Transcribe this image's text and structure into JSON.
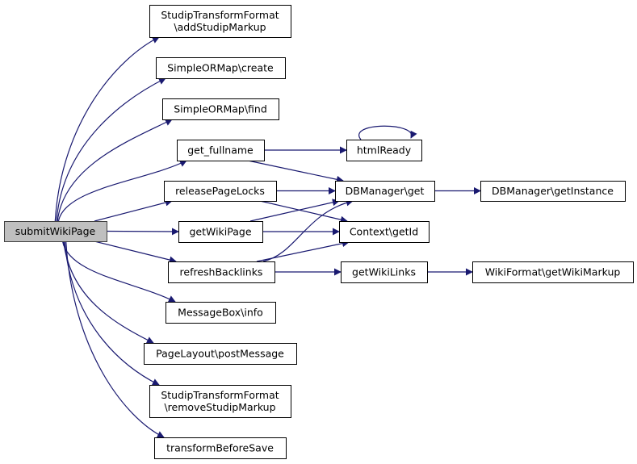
{
  "edge_color": "#191970",
  "root_fill": "#bfbfbf",
  "nodes": {
    "submitWikiPage": {
      "lines": [
        "submitWikiPage"
      ]
    },
    "addStudipMarkup": {
      "lines": [
        "StudipTransformFormat",
        "\\addStudipMarkup"
      ]
    },
    "create": {
      "lines": [
        "SimpleORMap\\create"
      ]
    },
    "find": {
      "lines": [
        "SimpleORMap\\find"
      ]
    },
    "get_fullname": {
      "lines": [
        "get_fullname"
      ]
    },
    "releasePageLocks": {
      "lines": [
        "releasePageLocks"
      ]
    },
    "getWikiPage": {
      "lines": [
        "getWikiPage"
      ]
    },
    "refreshBacklinks": {
      "lines": [
        "refreshBacklinks"
      ]
    },
    "info": {
      "lines": [
        "MessageBox\\info"
      ]
    },
    "postMessage": {
      "lines": [
        "PageLayout\\postMessage"
      ]
    },
    "removeStudipMarkup": {
      "lines": [
        "StudipTransformFormat",
        "\\removeStudipMarkup"
      ]
    },
    "transformBeforeSave": {
      "lines": [
        "transformBeforeSave"
      ]
    },
    "htmlReady": {
      "lines": [
        "htmlReady"
      ]
    },
    "dbget": {
      "lines": [
        "DBManager\\get"
      ]
    },
    "getId": {
      "lines": [
        "Context\\getId"
      ]
    },
    "getWikiLinks": {
      "lines": [
        "getWikiLinks"
      ]
    },
    "getInstance": {
      "lines": [
        "DBManager\\getInstance"
      ]
    },
    "getWikiMarkup": {
      "lines": [
        "WikiFormat\\getWikiMarkup"
      ]
    }
  },
  "edges": [
    [
      "submitWikiPage",
      "addStudipMarkup"
    ],
    [
      "submitWikiPage",
      "create"
    ],
    [
      "submitWikiPage",
      "find"
    ],
    [
      "submitWikiPage",
      "get_fullname"
    ],
    [
      "submitWikiPage",
      "releasePageLocks"
    ],
    [
      "submitWikiPage",
      "getWikiPage"
    ],
    [
      "submitWikiPage",
      "refreshBacklinks"
    ],
    [
      "submitWikiPage",
      "info"
    ],
    [
      "submitWikiPage",
      "postMessage"
    ],
    [
      "submitWikiPage",
      "removeStudipMarkup"
    ],
    [
      "submitWikiPage",
      "transformBeforeSave"
    ],
    [
      "get_fullname",
      "htmlReady"
    ],
    [
      "get_fullname",
      "dbget"
    ],
    [
      "htmlReady",
      "htmlReady"
    ],
    [
      "releasePageLocks",
      "dbget"
    ],
    [
      "releasePageLocks",
      "getId"
    ],
    [
      "getWikiPage",
      "dbget"
    ],
    [
      "getWikiPage",
      "getId"
    ],
    [
      "refreshBacklinks",
      "dbget"
    ],
    [
      "refreshBacklinks",
      "getId"
    ],
    [
      "refreshBacklinks",
      "getWikiLinks"
    ],
    [
      "dbget",
      "getInstance"
    ],
    [
      "getWikiLinks",
      "getWikiMarkup"
    ]
  ]
}
